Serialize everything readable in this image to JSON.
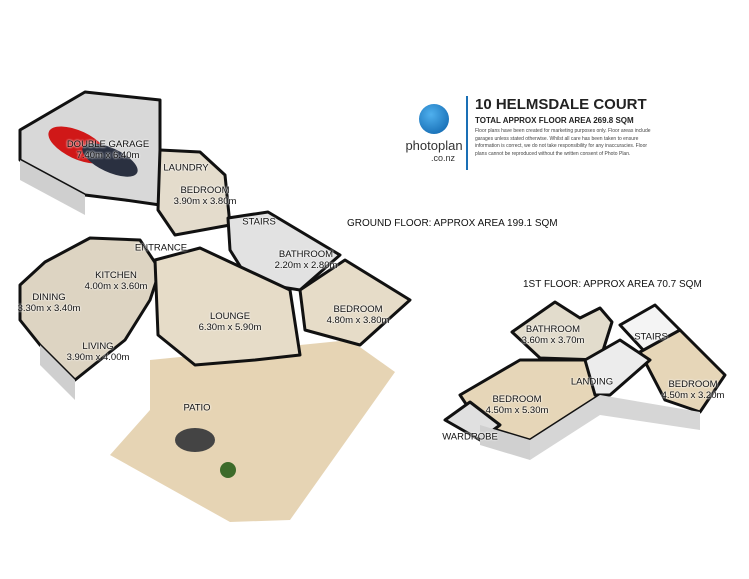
{
  "header": {
    "brand_name": "photoplan",
    "brand_domain": ".co.nz",
    "address": "10 HELMSDALE COURT",
    "total_area": "TOTAL APPROX FLOOR AREA 269.8 SQM",
    "disclaimer": "Floor plans have been created for marketing purposes only. Floor areas include garages unless stated otherwise. Whilst all care has been taken to ensure information is correct, we do not take responsibility for any inaccuracies. Floor plans cannot be reproduced without the written consent of Photo Plan.",
    "accent_color": "#1a6fb5"
  },
  "ground_floor": {
    "area_label": "GROUND FLOOR: APPROX AREA 199.1 SQM",
    "rooms": [
      {
        "name": "DOUBLE GARAGE",
        "size": "7.40m x 6.40m"
      },
      {
        "name": "LAUNDRY",
        "size": ""
      },
      {
        "name": "BEDROOM",
        "size": "3.90m x 3.80m"
      },
      {
        "name": "STAIRS",
        "size": ""
      },
      {
        "name": "ENTRANCE",
        "size": ""
      },
      {
        "name": "BATHROOM",
        "size": "2.20m x 2.80m"
      },
      {
        "name": "KITCHEN",
        "size": "4.00m x 3.60m"
      },
      {
        "name": "DINING",
        "size": "3.30m x 3.40m"
      },
      {
        "name": "LOUNGE",
        "size": "6.30m x 5.90m"
      },
      {
        "name": "BEDROOM",
        "size": "4.80m x 3.80m"
      },
      {
        "name": "LIVING",
        "size": "3.90m x 4.00m"
      },
      {
        "name": "PATIO",
        "size": ""
      }
    ]
  },
  "first_floor": {
    "area_label": "1ST FLOOR: APPROX AREA 70.7 SQM",
    "rooms": [
      {
        "name": "BATHROOM",
        "size": "3.60m x 3.70m"
      },
      {
        "name": "STAIRS",
        "size": ""
      },
      {
        "name": "LANDING",
        "size": ""
      },
      {
        "name": "BEDROOM",
        "size": "4.50m x 5.30m"
      },
      {
        "name": "BEDROOM",
        "size": "4.50m x 3.20m"
      },
      {
        "name": "WARDROBE",
        "size": ""
      }
    ]
  }
}
